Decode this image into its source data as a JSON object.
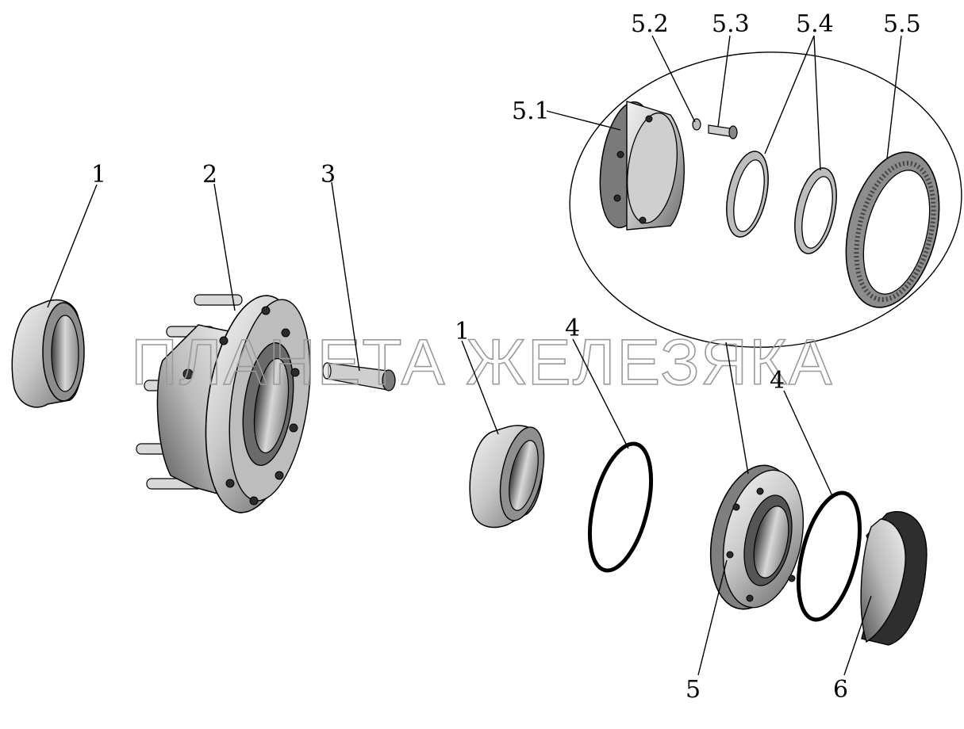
{
  "watermark": "ПЛАНЕТА ЖЕЛЕЗЯКА",
  "callouts": {
    "c1a": "1",
    "c2": "2",
    "c3": "3",
    "c1b": "1",
    "c4a": "4",
    "c4b": "4",
    "c5": "5",
    "c6": "6",
    "c51": "5.1",
    "c52": "5.2",
    "c53": "5.3",
    "c54": "5.4",
    "c55": "5.5"
  },
  "colors": {
    "line": "#000000",
    "metal_light": "#e6e6e6",
    "metal_mid": "#b5b5b5",
    "metal_dark": "#5a5a5a",
    "watermark": "#9a9a9a"
  }
}
